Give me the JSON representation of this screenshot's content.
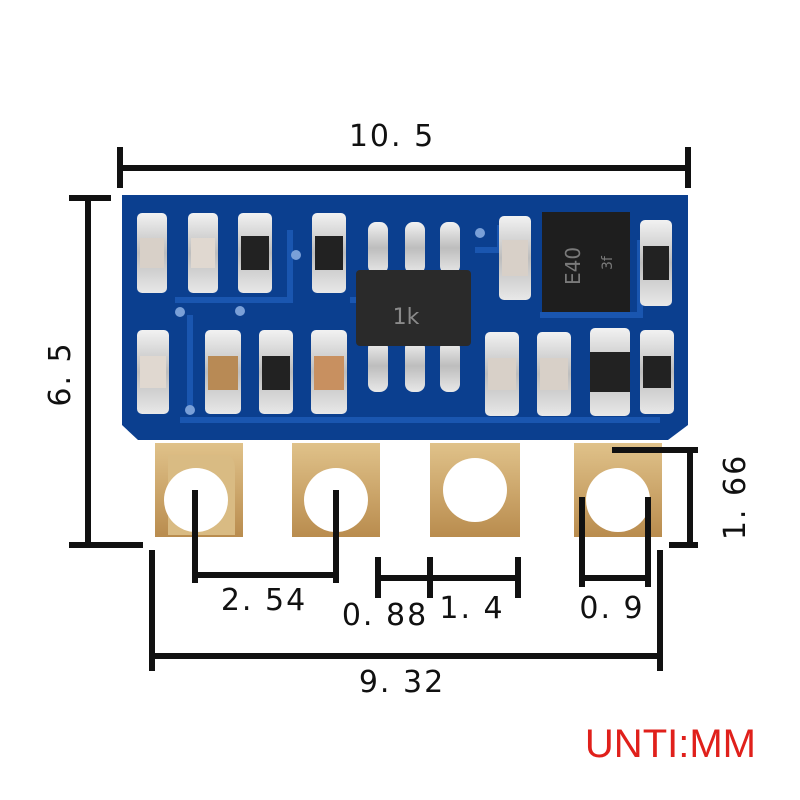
{
  "dimensions": {
    "board_width": "10. 5",
    "board_height": "6. 5",
    "pad_height": "1. 66",
    "pad_pitch": "2. 54",
    "pad_gap": "0. 88",
    "pad_width": "1. 4",
    "hole_diameter": "0. 9",
    "pad_span": "9. 32"
  },
  "components": {
    "ic_marking": "1k",
    "chip_marking_1": "E40",
    "chip_marking_2": "3f"
  },
  "unit_label": "UNTI:MM",
  "colors": {
    "pcb": "#0b3f8f",
    "pcb_trace": "#1a56b0",
    "pad_gold": "#c8a063",
    "hole": "#ffffff",
    "dim_line": "#111111",
    "unit": "#e0201b"
  }
}
